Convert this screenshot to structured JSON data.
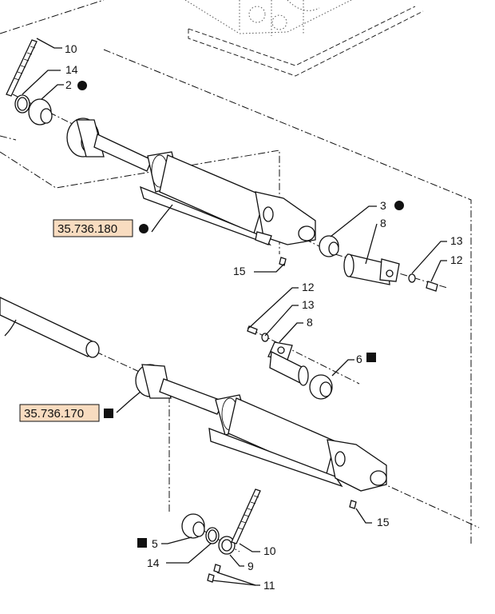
{
  "callouts": {
    "c10_top": "10",
    "c14_top": "14",
    "c2": "2",
    "c3": "3",
    "c8_right": "8",
    "c13_right": "13",
    "c12_right": "12",
    "c15_top": "15",
    "c12_mid": "12",
    "c13_mid": "13",
    "c8_mid": "8",
    "c6": "6",
    "c15_bottom": "15",
    "c5": "5",
    "c10_bottom": "10",
    "c14_bottom": "14",
    "c9": "9",
    "c11": "11"
  },
  "references": {
    "upper": "35.736.180",
    "lower": "35.736.170"
  },
  "markers": {
    "circle": "circle-bullet",
    "square": "square-bullet"
  },
  "colors": {
    "reference_highlight": "#f8dcc0",
    "line": "#111111"
  }
}
